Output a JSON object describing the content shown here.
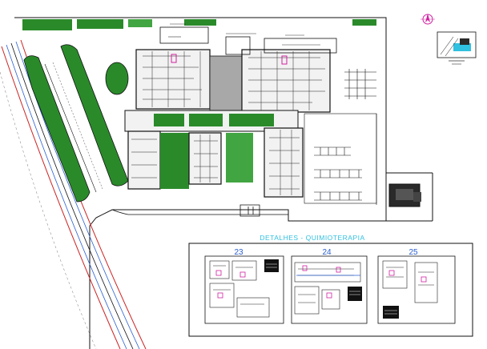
{
  "details": {
    "title": "DETALHES  -  QUIMIOTERAPIA",
    "panels": [
      {
        "number": "23"
      },
      {
        "number": "24"
      },
      {
        "number": "25"
      }
    ]
  },
  "colors": {
    "grass": "#2a8a2a",
    "grass_light": "#41a541",
    "wall": "#222222",
    "road_red": "#cc2222",
    "road_blue": "#2a5fd0",
    "magenta": "#d020a0",
    "title_cyan": "#30c0e0",
    "paving": "#a8a8a8"
  },
  "icons": [
    "north-arrow-icon",
    "location-map-icon"
  ]
}
